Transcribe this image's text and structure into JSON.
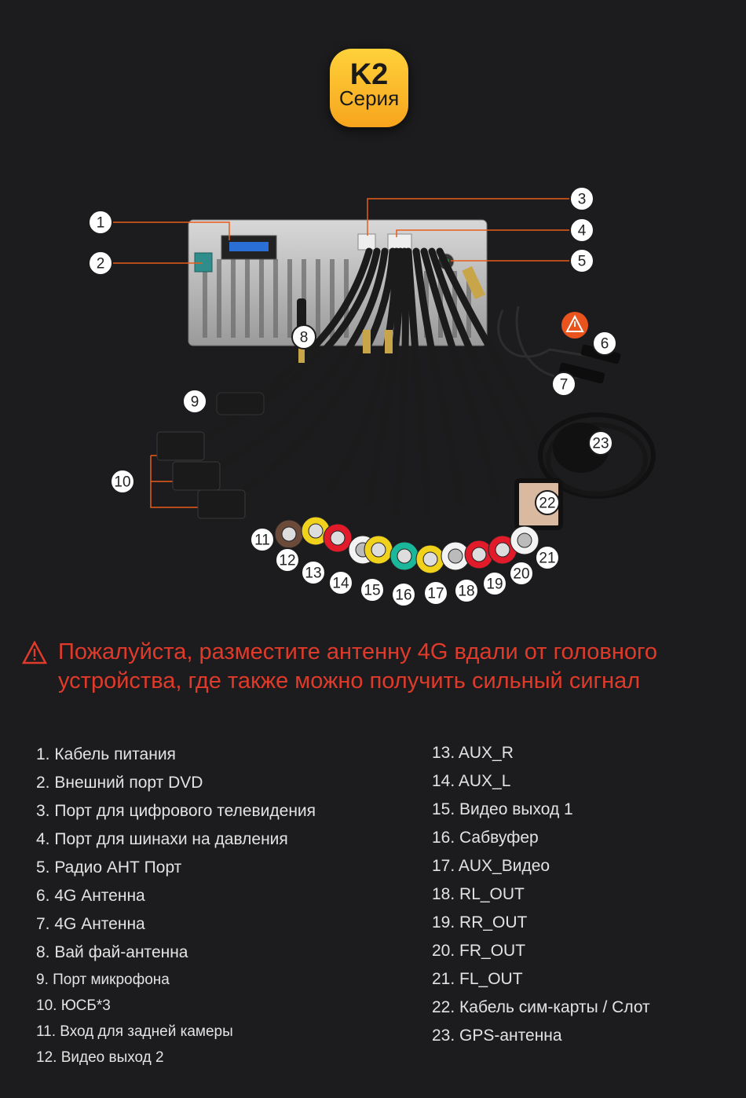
{
  "badge": {
    "model": "K2",
    "series": "Серия"
  },
  "callouts": [
    "1",
    "2",
    "3",
    "4",
    "5",
    "6",
    "7",
    "8",
    "9",
    "10",
    "11",
    "12",
    "13",
    "14",
    "15",
    "16",
    "17",
    "18",
    "19",
    "20",
    "21",
    "22",
    "23"
  ],
  "warning": "Пожалуйста, разместите антенну 4G вдали от головного устройства, где также можно получить сильный сигнал",
  "legend_left": [
    "1. Кабель питания",
    "2. Внешний порт DVD",
    "3. Порт для цифрового телевидения",
    "4. Порт для шинахи на давления",
    "5. Радио АНТ Порт",
    "6. 4G Антенна",
    "7. 4G Антенна",
    "8. Вай фай-антенна",
    "9.   Порт микрофона",
    "10. ЮСБ*3",
    "11. Вход для задней камеры",
    "12. Видео выход 2"
  ],
  "legend_right": [
    "13. AUX_R",
    "14. AUX_L",
    "15. Видео выход 1",
    "16. Сабвуфер",
    "17. AUX_Видео",
    "18. RL_OUT",
    "19. RR_OUT",
    "20. FR_OUT",
    "21. FL_OUT",
    "22. Кабель сим-карты / Слот",
    "23. GPS-антенна"
  ],
  "colors": {
    "accent": "#e85c1a",
    "warning": "#e03a2a",
    "badge": "#f7b21f"
  }
}
